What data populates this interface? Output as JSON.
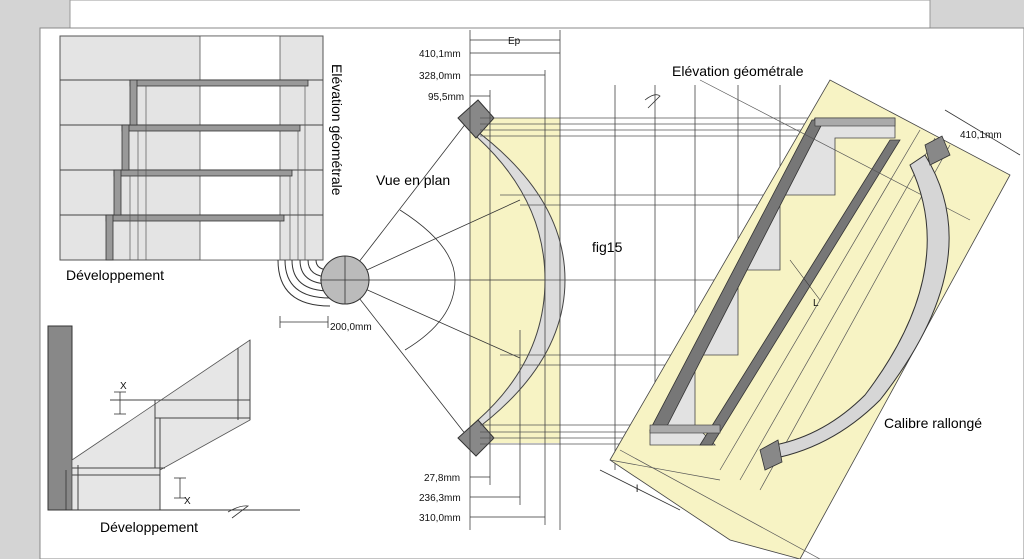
{
  "labels": {
    "developpement_top": "Développement",
    "developpement_bottom": "Développement",
    "elevation_vertical": "Elévation géométrale",
    "elevation_top": "Elévation géométrale",
    "vue_en_plan": "Vue en plan",
    "fig": "fig15",
    "calibre": "Calibre rallongé"
  },
  "dimensions": {
    "d410": "410,1mm",
    "d328": "328,0mm",
    "d95": "95,5mm",
    "ep": "Ep",
    "d200": "200,0mm",
    "d27": "27,8mm",
    "d236": "236,3mm",
    "d310": "310,0mm",
    "d410_right": "410,1mm",
    "x_top": "X",
    "x_bottom": "X",
    "l_big": "L",
    "l_small": "l"
  },
  "colors": {
    "page": "#ffffff",
    "frame": "#d4d4d4",
    "stone": "#e4e4e4",
    "yellow": "#f7f3c4",
    "dark": "#777777",
    "line": "#333333"
  }
}
